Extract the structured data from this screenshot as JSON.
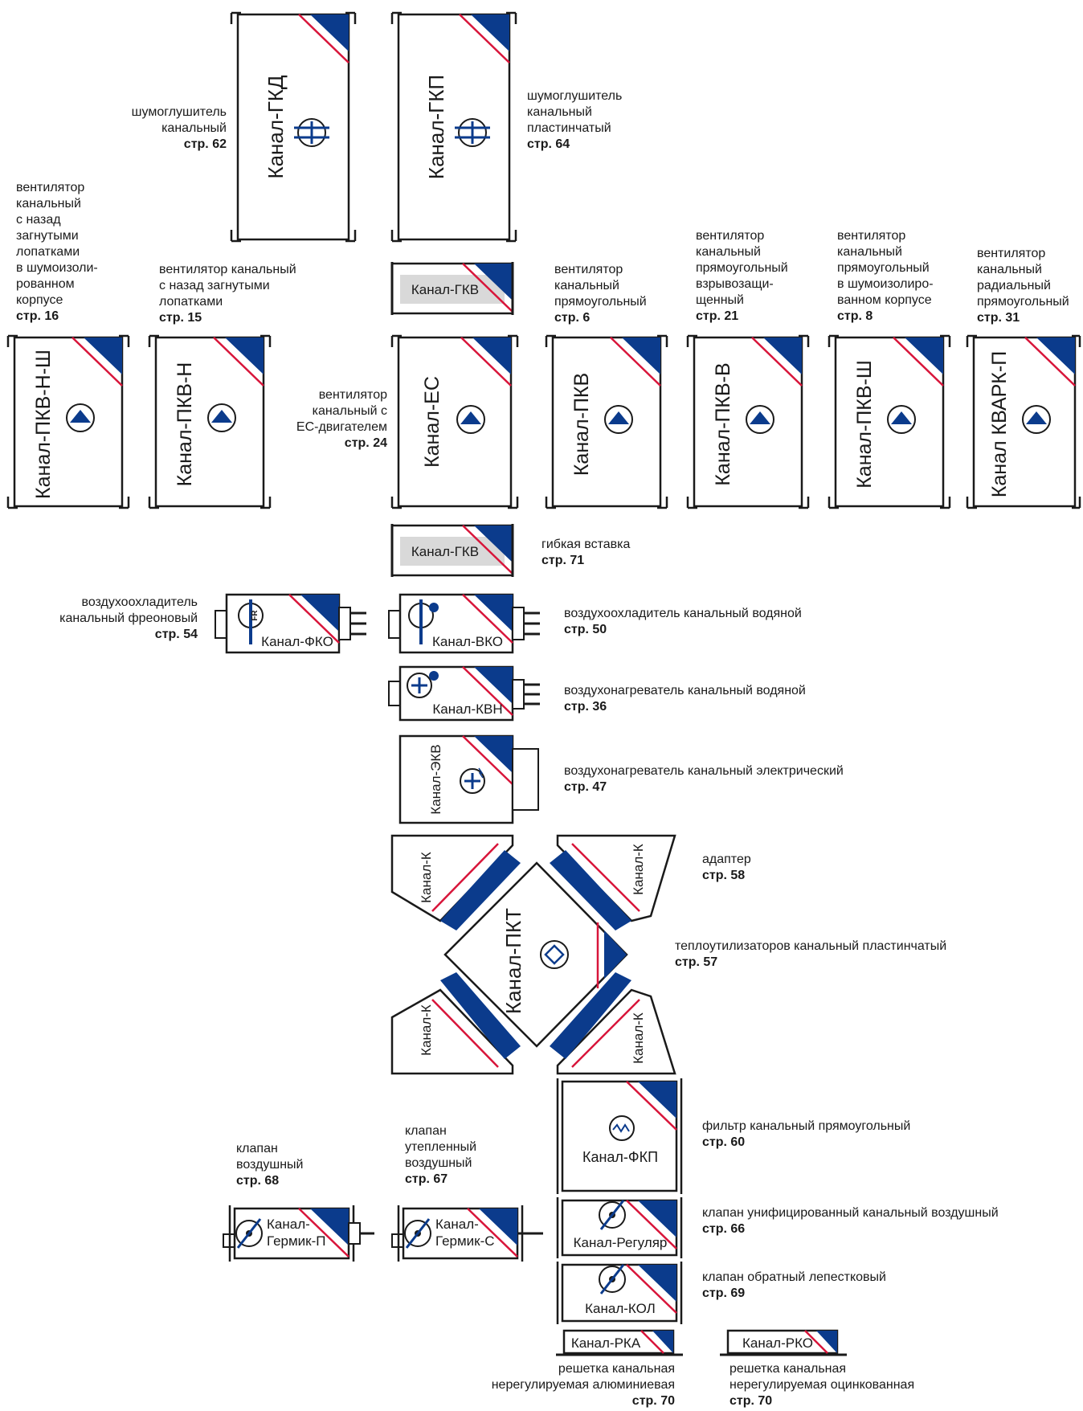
{
  "colors": {
    "frame": "#1a1a1a",
    "accent_blue": "#0b3b8c",
    "accent_red": "#d8153a",
    "fill_grey": "#d9d9d9"
  },
  "units": {
    "gkd": "Канал-ГКД",
    "gkp": "Канал-ГКП",
    "gkv_top": "Канал-ГКВ",
    "pkv_n_sh": "Канал-ПКВ-Н-Ш",
    "pkv_n": "Канал-ПКВ-Н",
    "ec": "Канал-ЕС",
    "pkv": "Канал-ПКВ",
    "pkv_v": "Канал-ПКВ-В",
    "pkv_sh": "Канал-ПКВ-Ш",
    "kvark_p": "Канал КВАРК-П",
    "gkv_mid": "Канал-ГКВ",
    "fko": "Канал-ФКО",
    "vko": "Канал-ВКО",
    "kvn": "Канал-КВН",
    "ekv": "Канал-ЭКВ",
    "k1": "Канал-К",
    "k2": "Канал-К",
    "k3": "Канал-К",
    "k4": "Канал-К",
    "pkt": "Канал-ПКТ",
    "fkp": "Канал-ФКП",
    "regulyar": "Канал-Регуляр",
    "kol": "Канал-КОЛ",
    "germik_p_1": "Канал-",
    "germik_p_2": "Гермик-П",
    "germik_s_1": "Канал-",
    "germik_s_2": "Гермик-С",
    "rka": "Канал-РКА",
    "rko": "Канал-РКО",
    "fr_badge": "FR"
  },
  "captions": {
    "gkd": {
      "desc": "шумоглушитель\nканальный",
      "page": "стр. 62"
    },
    "gkp": {
      "desc": "шумоглушитель\nканальный\nпластинчатый",
      "page": "стр. 64"
    },
    "pkv_n_sh": {
      "desc": "вентилятор\nканальный\nс назад\nзагнутыми\nлопатками\nв шумоизоли-\nрованном\nкорпусе",
      "page": "стр. 16"
    },
    "pkv_n": {
      "desc": "вентилятор канальный\nс назад загнутыми\nлопатками",
      "page": "стр. 15"
    },
    "pkv": {
      "desc": "вентилятор\nканальный\nпрямоугольный",
      "page": "стр. 6"
    },
    "pkv_v": {
      "desc": "вентилятор\nканальный\nпрямоугольный\nвзрывозащи-\nщенный",
      "page": "стр. 21"
    },
    "pkv_sh": {
      "desc": "вентилятор\nканальный\nпрямоугольный\nв шумоизолиро-\nванном корпусе",
      "page": "стр. 8"
    },
    "kvark_p": {
      "desc": "вентилятор\nканальный\nрадиальный\nпрямоугольный",
      "page": "стр. 31"
    },
    "ec": {
      "desc": "вентилятор\nканальный с\nЕС-двигателем",
      "page": "стр. 24"
    },
    "gkv": {
      "desc": "гибкая вставка",
      "page": "стр. 71"
    },
    "fko": {
      "desc": "воздухоохладитель\nканальный фреоновый",
      "page": "стр. 54"
    },
    "vko": {
      "desc": "воздухоохладитель канальный водяной",
      "page": "стр. 50"
    },
    "kvn": {
      "desc": "воздухонагреватель канальный водяной",
      "page": "стр. 36"
    },
    "ekv": {
      "desc": "воздухонагреватель канальный электрический",
      "page": "стр. 47"
    },
    "adapter": {
      "desc": "адаптер",
      "page": "стр. 58"
    },
    "pkt": {
      "desc": "теплоутилизаторов канальный пластинчатый",
      "page": "стр. 57"
    },
    "fkp": {
      "desc": "фильтр канальный прямоугольный",
      "page": "стр. 60"
    },
    "regulyar": {
      "desc": "клапан унифицированный канальный воздушный",
      "page": "стр. 66"
    },
    "kol": {
      "desc": "клапан обратный лепестковый",
      "page": "стр. 69"
    },
    "germik_p": {
      "desc": "клапан\nвоздушный",
      "page": "стр. 68"
    },
    "germik_s": {
      "desc": "клапан\nутепленный\nвоздушный",
      "page": "стр. 67"
    },
    "rka": {
      "desc": "решетка канальная\nнерегулируемая алюминиевая",
      "page": "стр. 70"
    },
    "rko": {
      "desc": "решетка канальная\nнерегулируемая оцинкованная",
      "page": "стр. 70"
    }
  }
}
